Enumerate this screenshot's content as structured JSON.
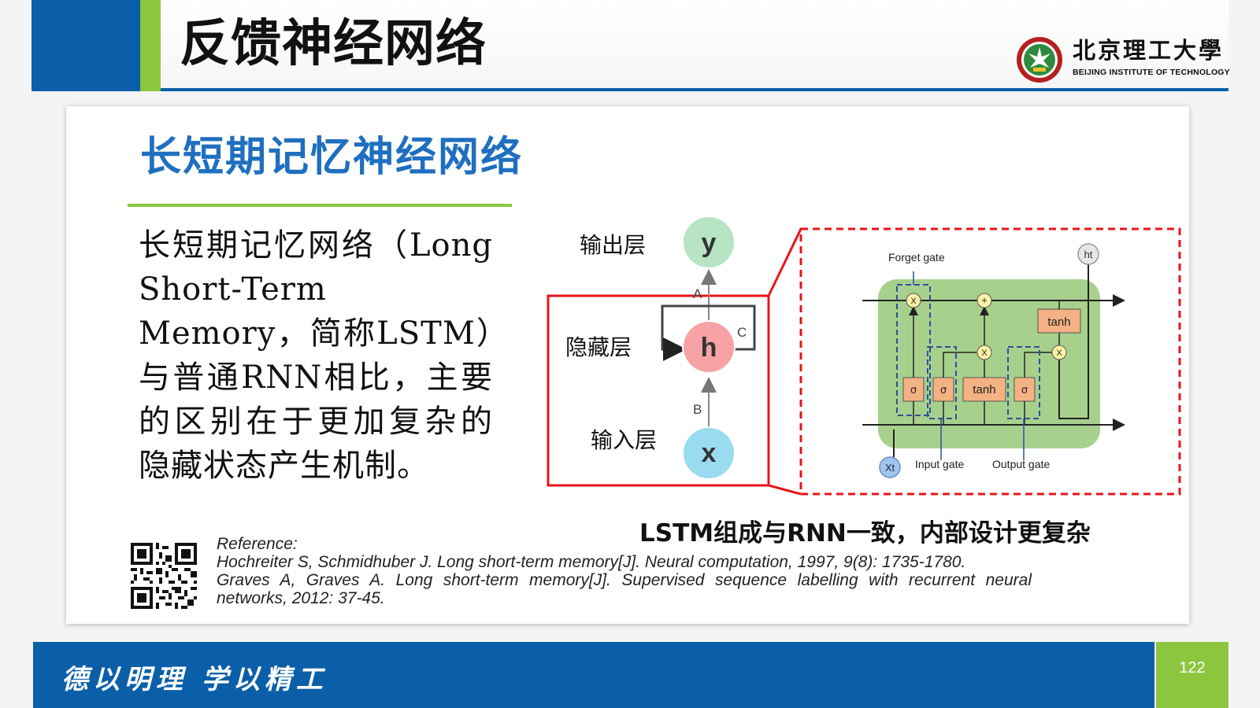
{
  "header": {
    "title": "反馈神经网络",
    "university_cn": "北京理工大學",
    "university_en": "BEIJING INSTITUTE OF TECHNOLOGY"
  },
  "section": {
    "title": "长短期记忆神经网络"
  },
  "body_text": "长短期记忆网络（Long Short-Term Memory，简称LSTM）与普通RNN相比，主要的区别在于更加复杂的隐藏状态产生机制。",
  "rnn_diagram": {
    "output_label": "输出层",
    "hidden_label": "隐藏层",
    "input_label": "输入层",
    "node_y": "y",
    "node_h": "h",
    "node_x": "x",
    "edge_a": "A",
    "edge_b": "B",
    "edge_c": "C"
  },
  "lstm_diagram": {
    "forget_gate": "Forget gate",
    "input_gate": "Input gate",
    "output_gate": "Output gate",
    "ht": "ht",
    "xt": "Xt",
    "sigma": "σ",
    "tanh": "tanh",
    "multiply": "X",
    "add": "+"
  },
  "caption": "LSTM组成与RNN一致，内部设计更复杂",
  "references": {
    "heading": "Reference:",
    "ref1": "Hochreiter S, Schmidhuber J. Long short-term memory[J]. Neural computation, 1997, 9(8): 1735-1780.",
    "ref2a": "Graves A, Graves A. Long short-term memory[J]. Supervised sequence labelling with recurrent neural",
    "ref2b": "networks, 2012: 37-45."
  },
  "footer": {
    "motto": "德以明理 学以精工",
    "page_number": "122"
  },
  "colors": {
    "brand_blue": "#0a5fa8",
    "brand_green": "#8cc63f",
    "title_blue": "#1f6fc0",
    "highlight_red": "#e8141b"
  }
}
